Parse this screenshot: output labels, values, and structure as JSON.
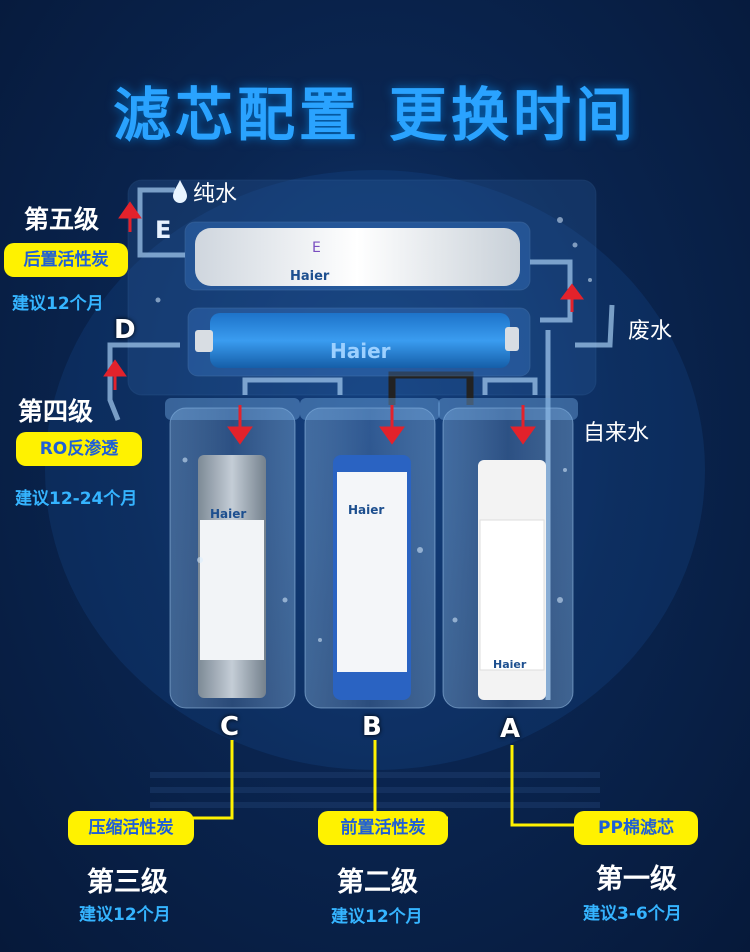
{
  "title": {
    "part1": "滤芯配置",
    "part2": "更换时间"
  },
  "labels": {
    "pure_water": "纯水",
    "waste_water": "废水",
    "tap_water": "自来水"
  },
  "letters": {
    "e": "E",
    "d": "D",
    "c": "C",
    "b": "B",
    "a": "A"
  },
  "brand": "Haier",
  "stages": [
    {
      "stage": "第五级",
      "name": "后置活性炭",
      "advice": "建议12个月"
    },
    {
      "stage": "第四级",
      "name": "RO反渗透",
      "advice": "建议12-24个月"
    },
    {
      "stage": "第三级",
      "name": "压缩活性炭",
      "advice": "建议12个月"
    },
    {
      "stage": "第二级",
      "name": "前置活性炭",
      "advice": "建议12个月"
    },
    {
      "stage": "第一级",
      "name": "PP棉滤芯",
      "advice": "建议3-6个月"
    }
  ],
  "colors": {
    "title": "#2aa3ff",
    "pill": "#fff200",
    "pill_text": "#1f5fd6",
    "advice": "#35b4ff",
    "arrow": "#e3222b"
  }
}
